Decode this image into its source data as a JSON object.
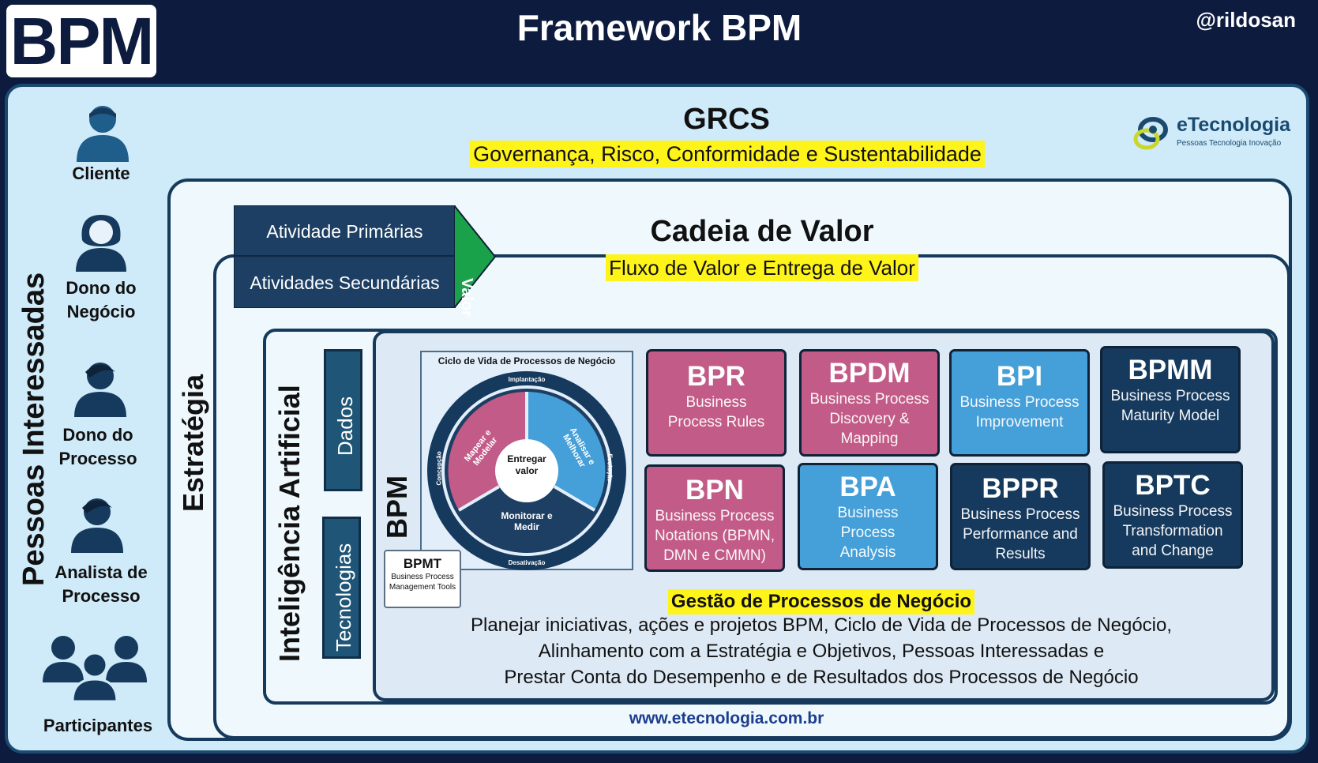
{
  "header": {
    "logo_text": "BPM",
    "title": "Framework BPM",
    "handle": "@rildosan"
  },
  "grcs": {
    "title": "GRCS",
    "subtitle": "Governança, Risco, Conformidade e Sustentabilidade"
  },
  "brand": {
    "name": "eTecnologia",
    "tagline": "Pessoas Tecnologia Inovação"
  },
  "stakeholders": {
    "label": "Pessoas Interessadas",
    "items": [
      "Cliente",
      "Dono do Negócio",
      "Dono do Processo",
      "Analista de Processo",
      "Participantes"
    ]
  },
  "layers": {
    "strategy": "Estratégia",
    "ai": "Inteligência Artificial",
    "data": "Dados",
    "technologies": "Tecnologias",
    "bpm": "BPM"
  },
  "value_chain": {
    "primary": "Atividade Primárias",
    "secondary": "Atividades Secundárias",
    "arrow": "Valor",
    "title": "Cadeia de Valor",
    "subtitle": "Fluxo de Valor e Entrega de Valor"
  },
  "lifecycle": {
    "title": "Ciclo de Vida de Processos de Negócio",
    "center": "Entregar valor",
    "segments": [
      "Mapear e Modelar",
      "Analisar e Melhorar",
      "Monitorar e Medir"
    ],
    "ring_labels": [
      "Implantação",
      "Evolução",
      "Desativação",
      "Concepção"
    ]
  },
  "bpmt": {
    "title": "BPMT",
    "description": "Business Process Management Tools"
  },
  "disciplines": [
    {
      "abbr": "BPR",
      "desc": "Business Process Rules",
      "color": "#c25b87"
    },
    {
      "abbr": "BPDM",
      "desc": "Business Process Discovery & Mapping",
      "color": "#c25b87"
    },
    {
      "abbr": "BPI",
      "desc": "Business Process Improvement",
      "color": "#459fd8"
    },
    {
      "abbr": "BPMM",
      "desc": "Business Process Maturity Model",
      "color": "#163a5e"
    },
    {
      "abbr": "BPN",
      "desc": "Business Process Notations (BPMN, DMN e CMMN)",
      "color": "#c25b87"
    },
    {
      "abbr": "BPA",
      "desc": "Business Process Analysis",
      "color": "#459fd8"
    },
    {
      "abbr": "BPPR",
      "desc": "Business Process Performance and Results",
      "color": "#163a5e"
    },
    {
      "abbr": "BPTC",
      "desc": "Business Process Transformation and Change",
      "color": "#163a5e"
    }
  ],
  "gestao": {
    "title": "Gestão de Processos de Negócio",
    "lines": [
      "Planejar iniciativas, ações e projetos BPM, Ciclo de Vida de Processos de Negócio,",
      "Alinhamento com a Estratégia e Objetivos, Pessoas Interessadas e",
      "Prestar Conta do Desempenho e de Resultados dos Processos de Negócio"
    ]
  },
  "footer": {
    "url": "www.etecnologia.com.br"
  }
}
